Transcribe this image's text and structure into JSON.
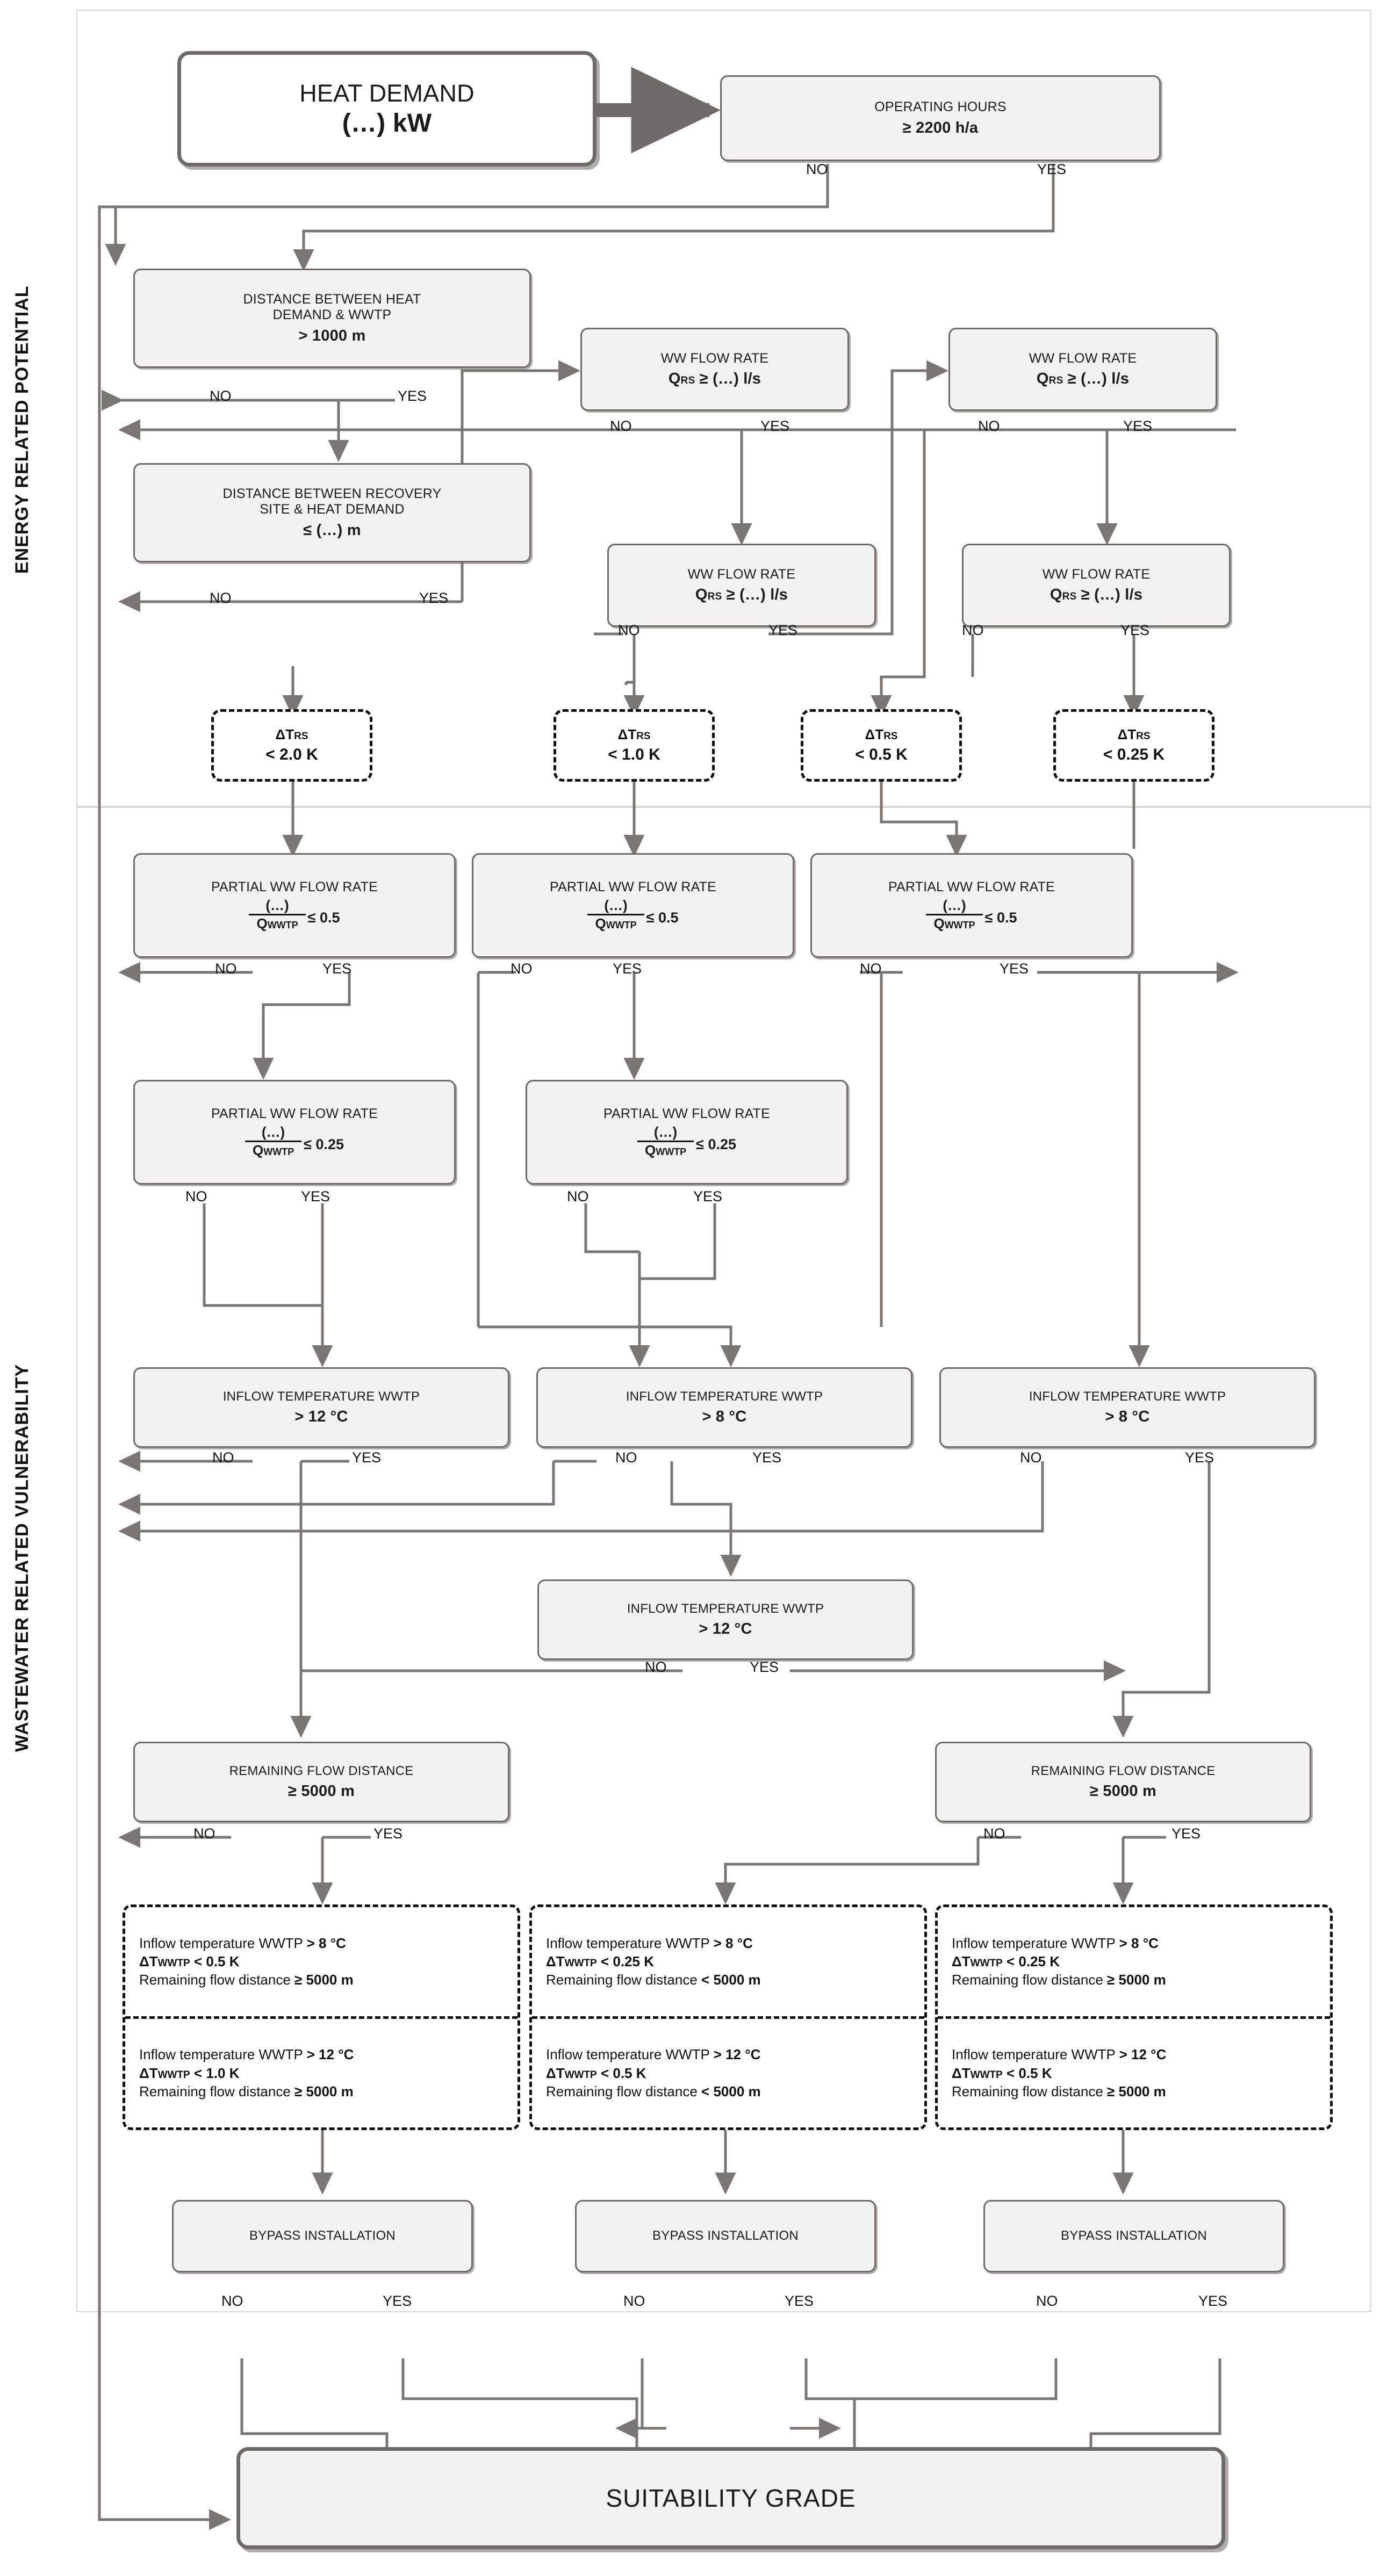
{
  "diagram": {
    "title": "Suitability assessment flowchart for wastewater heat recovery",
    "sections": [
      {
        "id": "energy",
        "label": "ENERGY RELATED POTENTIAL"
      },
      {
        "id": "wastewater",
        "label": "WASTEWATER RELATED VULNERABILITY"
      }
    ],
    "edge_labels": {
      "yes": "YES",
      "no": "NO"
    },
    "colors": {
      "node_fill": "#f2f2f2",
      "node_border": "#6e6a67",
      "dashed_border": "#111111",
      "wire": "#7a7673",
      "frame": "#d9d9d9",
      "text": "#1a1a1a"
    },
    "nodes": {
      "heat_demand": {
        "line1": "HEAT DEMAND",
        "line2": "(…) kW"
      },
      "operating_hours": {
        "line1": "OPERATING HOURS",
        "line2": "≥ 2200 h/a"
      },
      "dist_demand_wwtp": {
        "line1": "DISTANCE BETWEEN HEAT",
        "line1b": "DEMAND & WWTP",
        "line2": "> 1000 m"
      },
      "dist_recovery_demand": {
        "line1": "DISTANCE BETWEEN RECOVERY",
        "line1b": "SITE & HEAT DEMAND",
        "line2": "≤ (…) m"
      },
      "ww_flow_a": {
        "line1": "WW FLOW RATE",
        "line2": "Q",
        "sub": "RS",
        "line2b": " ≥ (…) l/s"
      },
      "ww_flow_b": {
        "line1": "WW FLOW RATE",
        "line2": "Q",
        "sub": "RS",
        "line2b": " ≥ (…) l/s"
      },
      "ww_flow_c": {
        "line1": "WW FLOW RATE",
        "line2": "Q",
        "sub": "RS",
        "line2b": " ≥ (…) l/s"
      },
      "ww_flow_d": {
        "line1": "WW FLOW RATE",
        "line2": "Q",
        "sub": "RS",
        "line2b": " ≥ (…) l/s"
      },
      "dt_rs_2_0": {
        "line1": "ΔT",
        "sub": "RS",
        "line2": "< 2.0 K"
      },
      "dt_rs_1_0": {
        "line1": "ΔT",
        "sub": "RS",
        "line2": "< 1.0 K"
      },
      "dt_rs_0_5": {
        "line1": "ΔT",
        "sub": "RS",
        "line2": "< 0.5 K"
      },
      "dt_rs_0_25": {
        "line1": "ΔT",
        "sub": "RS",
        "line2": "< 0.25 K"
      },
      "partial_05_a": {
        "line1": "PARTIAL  WW FLOW RATE",
        "num": "(…)",
        "den": "Q",
        "den_sub": "WWTP",
        "op": "≤ 0.5"
      },
      "partial_05_b": {
        "line1": "PARTIAL  WW FLOW RATE",
        "num": "(…)",
        "den": "Q",
        "den_sub": "WWTP",
        "op": "≤ 0.5"
      },
      "partial_05_c": {
        "line1": "PARTIAL  WW FLOW RATE",
        "num": "(…)",
        "den": "Q",
        "den_sub": "WWTP",
        "op": "≤ 0.5"
      },
      "partial_025_a": {
        "line1": "PARTIAL  WW FLOW RATE",
        "num": "(…)",
        "den": "Q",
        "den_sub": "WWTP",
        "op": "≤ 0.25"
      },
      "partial_025_b": {
        "line1": "PARTIAL  WW FLOW RATE",
        "num": "(…)",
        "den": "Q",
        "den_sub": "WWTP",
        "op": "≤ 0.25"
      },
      "inflow_12_a": {
        "line1": "INFLOW TEMPERATURE WWTP",
        "line2": "> 12 °C"
      },
      "inflow_8_b": {
        "line1": "INFLOW TEMPERATURE WWTP",
        "line2": "> 8 °C"
      },
      "inflow_8_c": {
        "line1": "INFLOW TEMPERATURE WWTP",
        "line2": "> 8 °C"
      },
      "inflow_12_mid": {
        "line1": "INFLOW TEMPERATURE WWTP",
        "line2": "> 12 °C"
      },
      "remaining_left": {
        "line1": "REMAINING  FLOW DISTANCE",
        "line2": "≥ 5000 m"
      },
      "remaining_right": {
        "line1": "REMAINING  FLOW DISTANCE",
        "line2": "≥ 5000 m"
      },
      "bypass_a": {
        "line1": "BYPASS INSTALLATION"
      },
      "bypass_b": {
        "line1": "BYPASS INSTALLATION"
      },
      "bypass_c": {
        "line1": "BYPASS INSTALLATION"
      },
      "suitability": {
        "line1": "SUITABILITY GRADE"
      }
    },
    "outcomes": [
      {
        "id": "outcome_left",
        "top": {
          "l1_a": "Inflow temperature WWTP",
          "l1_b": "> 8 °C",
          "l2_a": "ΔT",
          "l2_sub": "WWTP",
          "l2_b": "< 0.5 K",
          "l3_a": "Remaining flow distance",
          "l3_b": "≥ 5000 m"
        },
        "bottom": {
          "l1_a": "Inflow temperature WWTP",
          "l1_b": "> 12 °C",
          "l2_a": "ΔT",
          "l2_sub": "WWTP",
          "l2_b": "< 1.0 K",
          "l3_a": "Remaining flow distance",
          "l3_b": "≥ 5000 m"
        }
      },
      {
        "id": "outcome_middle",
        "top": {
          "l1_a": "Inflow temperature WWTP",
          "l1_b": "> 8 °C",
          "l2_a": "ΔT",
          "l2_sub": "WWTP",
          "l2_b": "< 0.25 K",
          "l3_a": "Remaining flow distance",
          "l3_b": "< 5000 m"
        },
        "bottom": {
          "l1_a": "Inflow temperature WWTP",
          "l1_b": "> 12 °C",
          "l2_a": "ΔT",
          "l2_sub": "WWTP",
          "l2_b": "< 0.5 K",
          "l3_a": "Remaining flow distance",
          "l3_b": "< 5000 m"
        }
      },
      {
        "id": "outcome_right",
        "top": {
          "l1_a": "Inflow temperature WWTP",
          "l1_b": "> 8 °C",
          "l2_a": "ΔT",
          "l2_sub": "WWTP",
          "l2_b": "< 0.25 K",
          "l3_a": "Remaining flow distance",
          "l3_b": "≥ 5000 m"
        },
        "bottom": {
          "l1_a": "Inflow temperature WWTP",
          "l1_b": "> 12 °C",
          "l2_a": "ΔT",
          "l2_sub": "WWTP",
          "l2_b": "< 0.5 K",
          "l3_a": "Remaining flow distance",
          "l3_b": "≥ 5000 m"
        }
      }
    ]
  }
}
